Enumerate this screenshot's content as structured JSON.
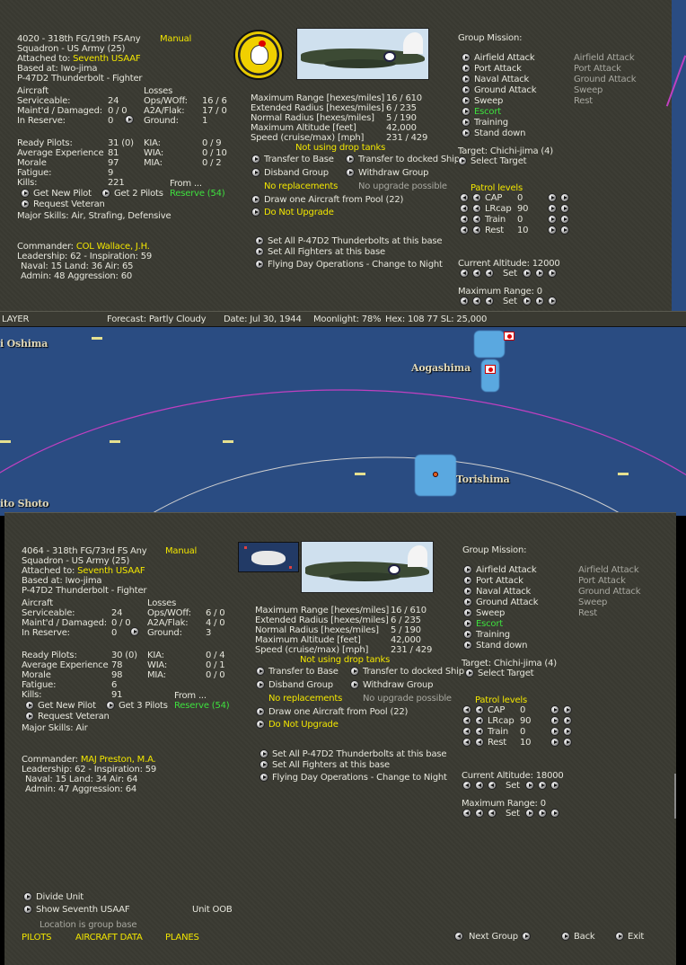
{
  "top": {
    "unit_id": "4020 - 318th FG/19th FS",
    "any": "Any",
    "manual": "Manual",
    "squadron": "Squadron - US Army (25)",
    "attached_label": "Attached to:",
    "attached_value": "Seventh USAAF",
    "based_at": "Based at: Iwo-jima",
    "aircraft_type": "P-47D2 Thunderbolt - Fighter",
    "aircraft_hdr": "Aircraft",
    "losses_hdr": "Losses",
    "serviceable_l": "Serviceable:",
    "serviceable_v": "24",
    "maint_l": "Maint'd / Damaged:",
    "maint_v": "0 / 0",
    "reserve_l": "In Reserve:",
    "reserve_v": "0",
    "opswoff_l": "Ops/WOff:",
    "opswoff_v": "16 / 6",
    "a2a_l": "A2A/Flak:",
    "a2a_v": "17 / 0",
    "ground_l": "Ground:",
    "ground_v": "1",
    "ready_l": "Ready Pilots:",
    "ready_v": "31 (0)",
    "avgexp_l": "Average Experience",
    "avgexp_v": "81",
    "morale_l": "Morale",
    "morale_v": "97",
    "fatigue_l": "Fatigue:",
    "fatigue_v": "9",
    "kills_l": "Kills:",
    "kills_v": "221",
    "kia_l": "KIA:",
    "kia_v": "0 / 9",
    "wia_l": "WIA:",
    "wia_v": "0 / 10",
    "mia_l": "MIA:",
    "mia_v": "0 / 2",
    "get_new_pilot": "Get New Pilot",
    "get_pilots": "Get 2 Pilots",
    "from": "From ...",
    "reserve_pool": "Reserve (54)",
    "request_veteran": "Request Veteran",
    "major_skills": "Major Skills: Air, Strafing, Defensive",
    "commander_l": "Commander:",
    "commander_v": "COL Wallace, J.H.",
    "leadership": "Leadership: 62 - Inspiration: 59",
    "naval_land_air": "Naval: 15  Land: 36  Air: 65",
    "admin_aggr": "Admin: 48  Aggression: 60",
    "max_range_l": "Maximum Range [hexes/miles]",
    "max_range_v": "16 / 610",
    "ext_radius_l": "Extended Radius [hexes/miles]",
    "ext_radius_v": "6 / 235",
    "norm_radius_l": "Normal Radius [hexes/miles]",
    "norm_radius_v": "5 / 190",
    "max_alt_l": "Maximum Altitude [feet]",
    "max_alt_v": "42,000",
    "speed_l": "Speed (cruise/max) [mph]",
    "speed_v": "231 / 429",
    "drop_tanks": "Not using drop tanks",
    "transfer_base": "Transfer to Base",
    "transfer_ship": "Transfer to docked Ship",
    "disband": "Disband Group",
    "withdraw": "Withdraw Group",
    "no_repl": "No replacements",
    "no_upgrade": "No upgrade possible",
    "draw_aircraft": "Draw one Aircraft from Pool (22)",
    "do_not_upgrade": "Do Not Upgrade",
    "set_all_type": "Set All P-47D2 Thunderbolts at this base",
    "set_all_fighters": "Set All Fighters at this base",
    "flying_day": "Flying Day Operations - Change to Night",
    "group_mission": "Group Mission:",
    "missions": [
      "Airfield Attack",
      "Port Attack",
      "Naval Attack",
      "Ground Attack",
      "Sweep",
      "Escort",
      "Training",
      "Stand down"
    ],
    "missions_alt": [
      "Airfield Attack",
      "Port Attack",
      "Ground Attack",
      "Sweep",
      "Rest"
    ],
    "target": "Target: Chichi-jima  (4)",
    "select_target": "Select Target",
    "patrol_levels": "Patrol levels",
    "patrol": [
      {
        "name": "CAP",
        "v": "0"
      },
      {
        "name": "LRcap",
        "v": "90"
      },
      {
        "name": "Train",
        "v": "0"
      },
      {
        "name": "Rest",
        "v": "10"
      }
    ],
    "current_alt": "Current Altitude: 12000",
    "set": "Set",
    "max_range_set": "Maximum Range: 0"
  },
  "status": {
    "layer": "LAYER",
    "forecast": "Forecast: Partly Cloudy",
    "date": "Date: Jul 30, 1944",
    "moonlight": "Moonlight: 78%",
    "hex": "Hex: 108 77  SL: 25,000"
  },
  "map": {
    "oshima": "i Oshima",
    "aogashima": "Aogashima",
    "torishima": "Torishima",
    "shoto": "ito Shoto"
  },
  "bottom": {
    "unit_id": "4064 - 318th FG/73rd FS",
    "any": "Any",
    "manual": "Manual",
    "squadron": "Squadron - US Army (25)",
    "attached_label": "Attached to:",
    "attached_value": "Seventh USAAF",
    "based_at": "Based at:  Iwo-jima",
    "aircraft_type": "P-47D2 Thunderbolt - Fighter",
    "aircraft_hdr": "Aircraft",
    "losses_hdr": "Losses",
    "serviceable_l": "Serviceable:",
    "serviceable_v": "24",
    "maint_l": "Maint'd / Damaged:",
    "maint_v": "0 / 0",
    "reserve_l": "In Reserve:",
    "reserve_v": "0",
    "opswoff_l": "Ops/WOff:",
    "opswoff_v": "6 / 0",
    "a2a_l": "A2A/Flak:",
    "a2a_v": "4 / 0",
    "ground_l": "Ground:",
    "ground_v": "3",
    "ready_l": "Ready Pilots:",
    "ready_v": "30 (0)",
    "avgexp_l": "Average Experience",
    "avgexp_v": "78",
    "morale_l": "Morale",
    "morale_v": "98",
    "fatigue_l": "Fatigue:",
    "fatigue_v": "6",
    "kills_l": "Kills:",
    "kills_v": "91",
    "kia_l": "KIA:",
    "kia_v": "0 / 4",
    "wia_l": "WIA:",
    "wia_v": "0 / 1",
    "mia_l": "MIA:",
    "mia_v": "0 / 0",
    "get_new_pilot": "Get New Pilot",
    "get_pilots": "Get 3 Pilots",
    "from": "From ...",
    "reserve_pool": "Reserve (54)",
    "request_veteran": "Request Veteran",
    "major_skills": "Major Skills: Air",
    "commander_l": "Commander:",
    "commander_v": "MAJ Preston, M.A.",
    "leadership": "Leadership: 62 - Inspiration: 59",
    "naval_land_air": "Naval: 15  Land: 34  Air: 64",
    "admin_aggr": "Admin: 47  Aggression: 64",
    "max_range_l": "Maximum Range [hexes/miles]",
    "max_range_v": "16 / 610",
    "ext_radius_l": "Extended Radius [hexes/miles]",
    "ext_radius_v": "6 / 235",
    "norm_radius_l": "Normal Radius [hexes/miles]",
    "norm_radius_v": "5 / 190",
    "max_alt_l": "Maximum Altitude [feet]",
    "max_alt_v": "42,000",
    "speed_l": "Speed (cruise/max) [mph]",
    "speed_v": "231 / 429",
    "drop_tanks": "Not using drop tanks",
    "transfer_base": "Transfer to Base",
    "transfer_ship": "Transfer to docked Ship",
    "disband": "Disband Group",
    "withdraw": "Withdraw Group",
    "no_repl": "No replacements",
    "no_upgrade": "No upgrade possible",
    "draw_aircraft": "Draw one Aircraft from Pool (22)",
    "do_not_upgrade": "Do Not Upgrade",
    "set_all_type": "Set All P-47D2 Thunderbolts at this base",
    "set_all_fighters": "Set All Fighters at this base",
    "flying_day": "Flying Day Operations - Change to Night",
    "group_mission": "Group Mission:",
    "missions": [
      "Airfield Attack",
      "Port Attack",
      "Naval Attack",
      "Ground Attack",
      "Sweep",
      "Escort",
      "Training",
      "Stand down"
    ],
    "missions_alt": [
      "Airfield Attack",
      "Port Attack",
      "Ground Attack",
      "Sweep",
      "Rest"
    ],
    "target": "Target: Chichi-jima  (4)",
    "select_target": "Select Target",
    "patrol_levels": "Patrol levels",
    "patrol": [
      {
        "name": "CAP",
        "v": "0"
      },
      {
        "name": "LRcap",
        "v": "90"
      },
      {
        "name": "Train",
        "v": "0"
      },
      {
        "name": "Rest",
        "v": "10"
      }
    ],
    "current_alt": "Current Altitude: 18000",
    "set": "Set",
    "max_range_set": "Maximum Range: 0",
    "divide_unit": "Divide Unit",
    "show_hq": "Show Seventh USAAF",
    "unit_oob": "Unit OOB",
    "location_base": "Location is group base",
    "tab_pilots": "PILOTS",
    "tab_aircraft": "AIRCRAFT DATA",
    "tab_planes": "PLANES",
    "next_group": "Next Group",
    "back": "Back",
    "exit": "Exit"
  },
  "colors": {
    "panel": "#3a3a32",
    "yellow": "#f2e600",
    "green": "#3ee03e",
    "sea": "#2a4c82"
  }
}
